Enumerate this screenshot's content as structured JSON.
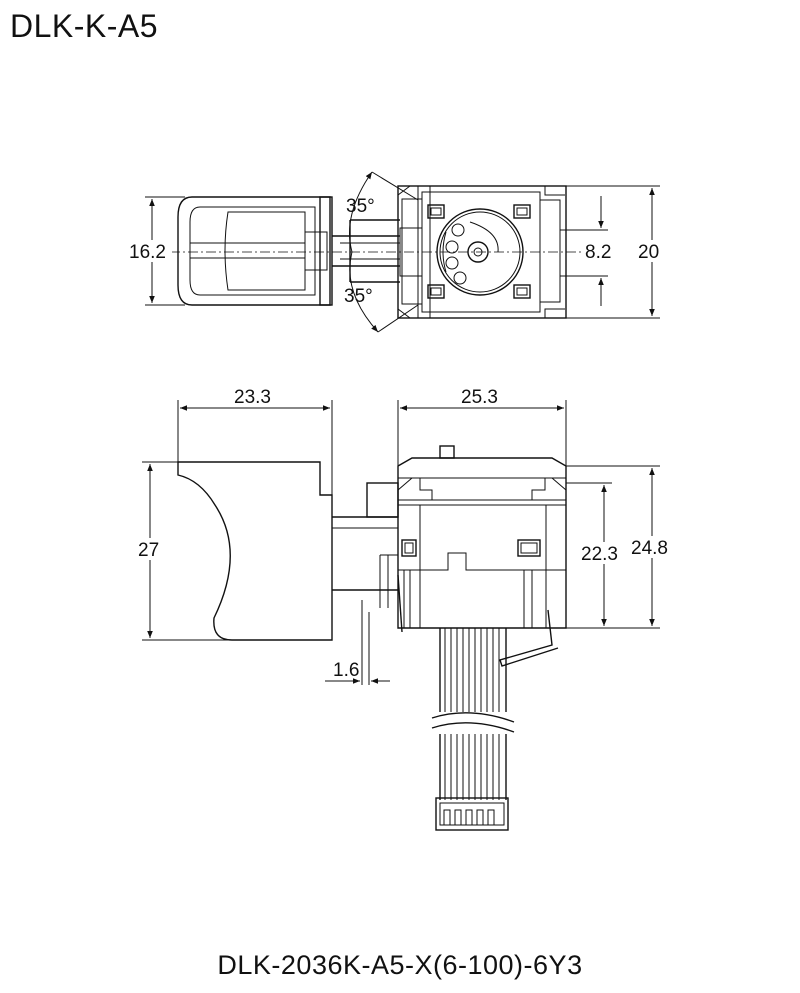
{
  "title": "DLK-K-A5",
  "part_number": "DLK-2036K-A5-X(6-100)-6Y3",
  "top_view": {
    "dim_height_left": "16.2",
    "dim_height_right": "20",
    "dim_inner": "8.2",
    "angle_top": "35°",
    "angle_bottom": "35°"
  },
  "side_view": {
    "dim_trigger_width": "23.3",
    "dim_body_width": "25.3",
    "dim_trigger_height": "27",
    "dim_body_height_inner": "22.3",
    "dim_body_height_outer": "24.8",
    "dim_gap": "1.6"
  }
}
